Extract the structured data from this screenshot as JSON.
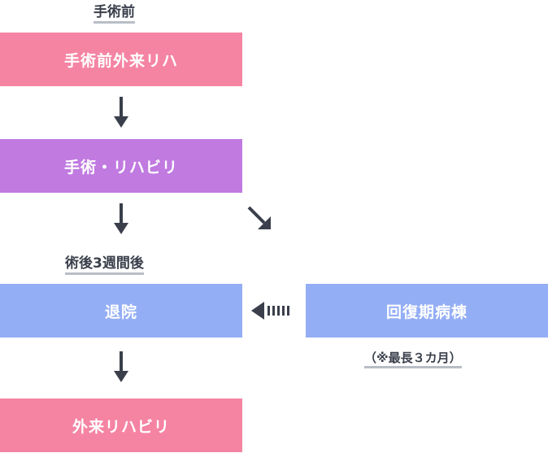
{
  "labels": {
    "pre_op": "手術前",
    "three_weeks": "術後3週間後"
  },
  "boxes": {
    "pre_op_rehab": "手術前外来リハ",
    "surgery_rehab": "手術・リハビリ",
    "discharge": "退院",
    "recovery_ward": "回復期病棟",
    "outpatient_rehab": "外来リハビリ"
  },
  "note": "（※最長３カ月）",
  "colors": {
    "pink": "#f584a3",
    "purple": "#c07ae0",
    "blue": "#94aef5",
    "arrow": "#3a3f4b"
  }
}
